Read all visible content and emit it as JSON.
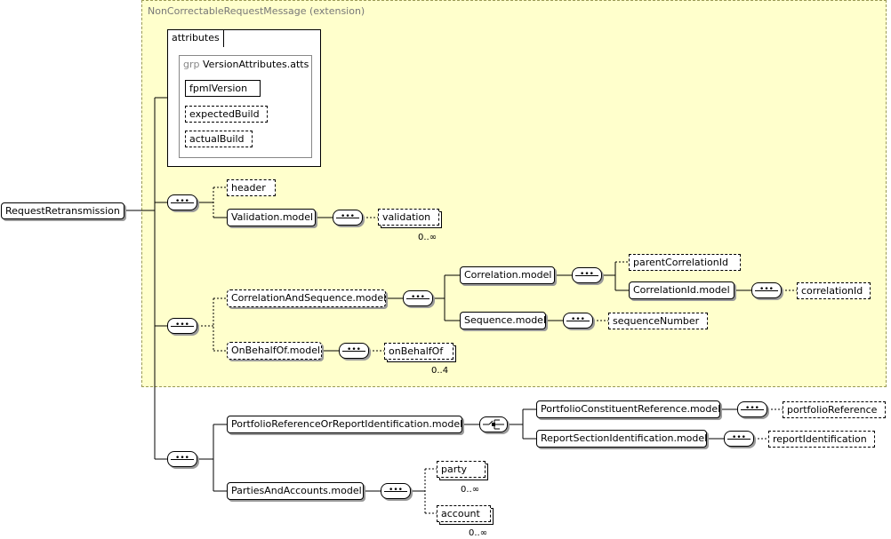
{
  "root": {
    "label": "RequestRetransmission"
  },
  "extension": {
    "label": "NonCorrectableRequestMessage (extension)"
  },
  "attributes": {
    "tab_label": "attributes",
    "group_keyword": "grp",
    "group_name": "VersionAttributes.atts",
    "items": [
      "fpmlVersion",
      "expectedBuild",
      "actualBuild"
    ]
  },
  "nodes": {
    "header": "header",
    "validation_model": "Validation.model",
    "validation": "validation",
    "validation_occ": "0..∞",
    "correlation_and_sequence_model": "CorrelationAndSequence.model",
    "correlation_model": "Correlation.model",
    "parent_correlation_id": "parentCorrelationId",
    "correlation_id_model": "CorrelationId.model",
    "correlation_id": "correlationId",
    "sequence_model": "Sequence.model",
    "sequence_number": "sequenceNumber",
    "on_behalf_of_model": "OnBehalfOf.model",
    "on_behalf_of": "onBehalfOf",
    "on_behalf_of_occ": "0..4",
    "portfolio_reference_or_report_identification_model": "PortfolioReferenceOrReportIdentification.model",
    "portfolio_constituent_reference_model": "PortfolioConstituentReference.model",
    "portfolio_reference": "portfolioReference",
    "report_section_identification_model": "ReportSectionIdentification.model",
    "report_identification": "reportIdentification",
    "parties_and_accounts_model": "PartiesAndAccounts.model",
    "party": "party",
    "party_occ": "0..∞",
    "account": "account",
    "account_occ": "0..∞"
  },
  "colors": {
    "extension_background": "#ffffcc",
    "extension_border": "#9a9a55",
    "shadow": "#9a9a9a"
  }
}
